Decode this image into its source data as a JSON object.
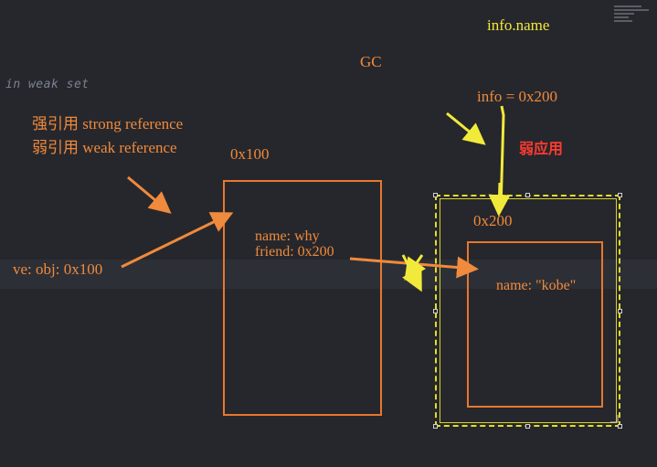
{
  "code_comment": "in weak set",
  "legend": {
    "strong": "强引用 strong reference",
    "weak": "弱引用 weak reference"
  },
  "gc_label": "GC",
  "info_name_label": "info.name",
  "left_var": "ve: obj: 0x100",
  "obj1": {
    "address": "0x100",
    "line1": "name: why",
    "line2": "friend: 0x200"
  },
  "info_ref": "info = 0x200",
  "weak_ref_label": "弱应用",
  "obj2": {
    "address": "0x200",
    "content": "name: \"kobe\""
  },
  "colors": {
    "background": "#26272c",
    "orange": "#f08a3c",
    "yellow": "#f2ea3a",
    "red": "#ff3b2f"
  }
}
